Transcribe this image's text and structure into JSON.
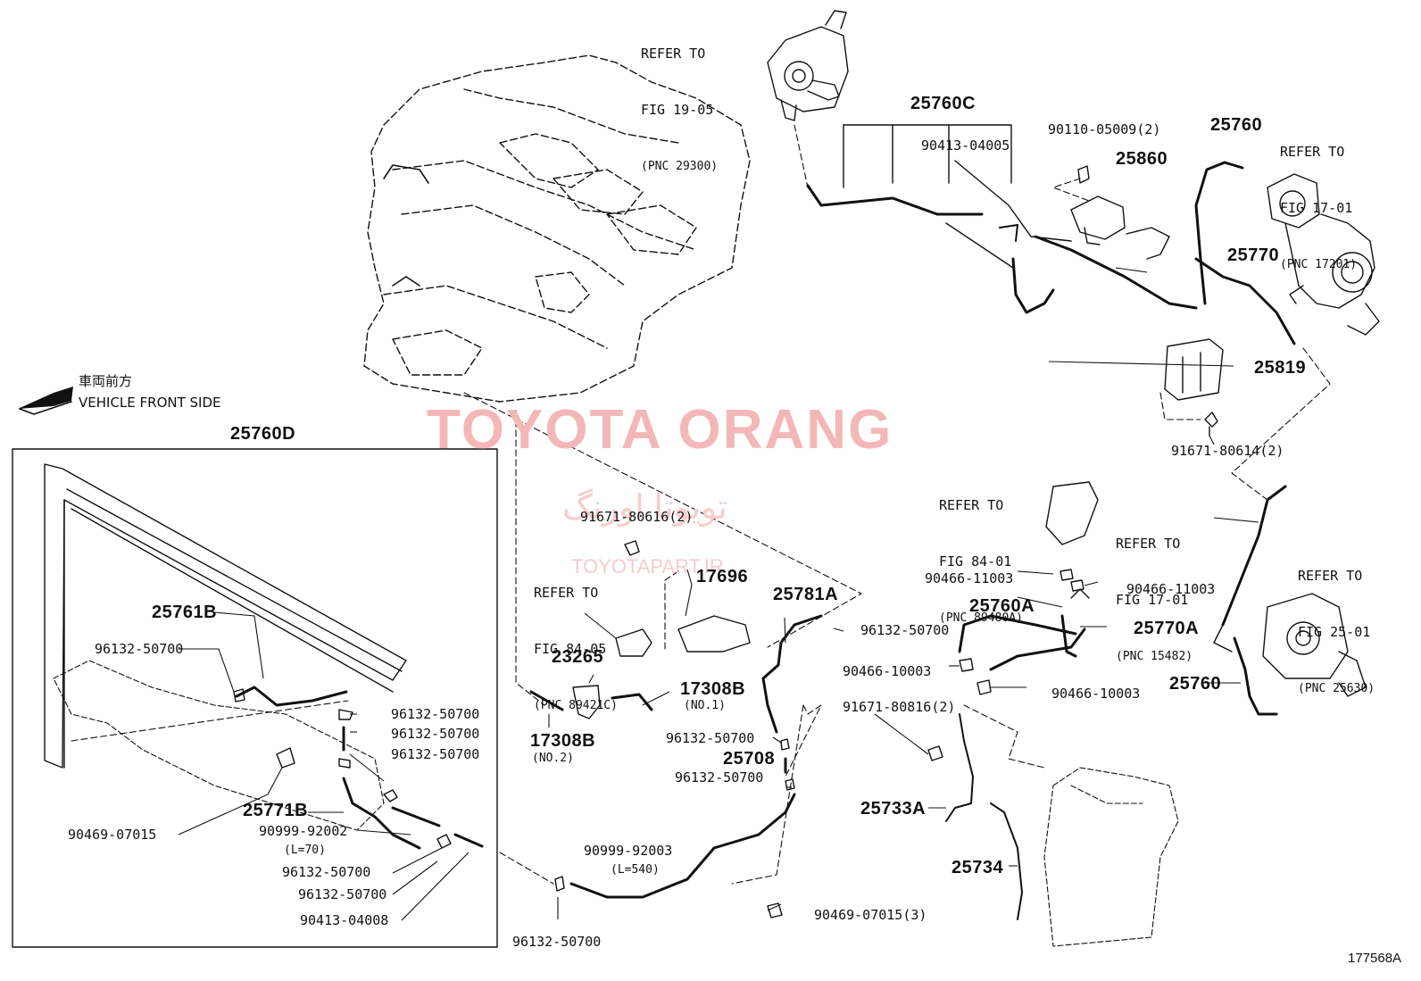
{
  "diagram_id": "177568A",
  "watermark": {
    "main": "TOYOTA ORANG",
    "persian": "تویوتا اورنگ",
    "site": "TOYOTAPART.IR"
  },
  "direction": {
    "japanese": "車両前方",
    "english": "VEHICLE FRONT SIDE"
  },
  "refs": {
    "fig1905": [
      "REFER TO",
      "FIG 19-05",
      "(PNC 29300)"
    ],
    "fig1701_top": [
      "REFER TO",
      "FIG 17-01",
      "(PNC 17201)"
    ],
    "fig8401": [
      "REFER TO",
      "FIG 84-01",
      "(PNC 89480A)"
    ],
    "fig1701_mid": [
      "REFER TO",
      "FIG 17-01",
      "(PNC 15482)"
    ],
    "fig2501": [
      "REFER TO",
      "FIG 25-01",
      "(PNC 25630)"
    ],
    "fig8405": [
      "REFER TO",
      "FIG 84-05",
      "(PNC 89421C)"
    ]
  },
  "parts": {
    "p25760C": "25760C",
    "p90413_04005": "90413-04005",
    "p90110_05009": "90110-05009(2)",
    "p25860": "25860",
    "p25760_top": "25760",
    "p25770": "25770",
    "p25819": "25819",
    "p91671_80614": "91671-80614(2)",
    "p25760D": "25760D",
    "p25761B": "25761B",
    "p96132_a": "96132-50700",
    "p96132_b": "96132-50700",
    "p96132_c": "96132-50700",
    "p96132_d": "96132-50700",
    "p25771B": "25771B",
    "p90469_07015": "90469-07015",
    "p90999_92002": "90999-92002",
    "p90999_92002_len": "(L=70)",
    "p96132_e": "96132-50700",
    "p96132_f": "96132-50700",
    "p90413_04008": "90413-04008",
    "p91671_80616": "91671-80616(2)",
    "p17696": "17696",
    "p25781A": "25781A",
    "p96132_g": "96132-50700",
    "p23265": "23265",
    "p17308B_1": "17308B",
    "p17308B_1_no": "(NO.1)",
    "p17308B_2": "17308B",
    "p17308B_2_no": "(NO.2)",
    "p96132_h": "96132-50700",
    "p25708": "25708",
    "p96132_i": "96132-50700",
    "p90999_92003": "90999-92003",
    "p90999_92003_len": "(L=540)",
    "p96132_j": "96132-50700",
    "p90469_07015_3": "90469-07015(3)",
    "p90466_11003_a": "90466-11003",
    "p90466_11003_b": "90466-11003",
    "p25760A": "25760A",
    "p25770A": "25770A",
    "p90466_10003_a": "90466-10003",
    "p90466_10003_b": "90466-10003",
    "p91671_80816": "91671-80816(2)",
    "p25733A": "25733A",
    "p25734": "25734",
    "p25760_right": "25760"
  }
}
